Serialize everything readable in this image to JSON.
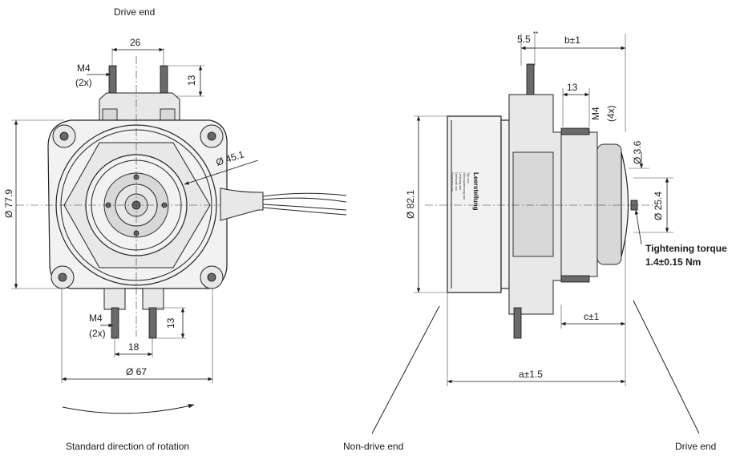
{
  "views": {
    "front": {
      "top_caption": "Drive end",
      "bottom_caption": "Standard direction of rotation",
      "dims": {
        "top_spacing": "26",
        "top_thread": "M4",
        "top_thread_count": "(2x)",
        "top_height": "13",
        "diameter_left": "Ø 77.9",
        "diameter_mid": "Ø 45.1",
        "bottom_thread": "M4",
        "bottom_thread_count": "(2x)",
        "bottom_height": "13",
        "bottom_spacing": "18",
        "bottom_diameter": "Ø 67"
      }
    },
    "side": {
      "left_caption": "Non-drive end",
      "right_caption": "Drive end",
      "dims": {
        "stud_offset": "5.5",
        "stud_offset_note": "**",
        "b": "b±1",
        "thread_len": "13",
        "thread": "M4",
        "thread_count": "(4x)",
        "height": "Ø 82.1",
        "hub_small": "Ø 3.6",
        "hub_large": "Ø 25.4",
        "torque_title": "Tightening torque",
        "torque_value": "1.4±0.15 Nm",
        "c": "c±1",
        "a": "a±1.5"
      },
      "nameplate": {
        "title": "Leerstellung",
        "lines": [
          "Typ xxx",
          "Nennspannung xxx",
          "Leistung xxx",
          "Drehzahl xxx",
          "Frequenz xxx"
        ]
      }
    }
  }
}
